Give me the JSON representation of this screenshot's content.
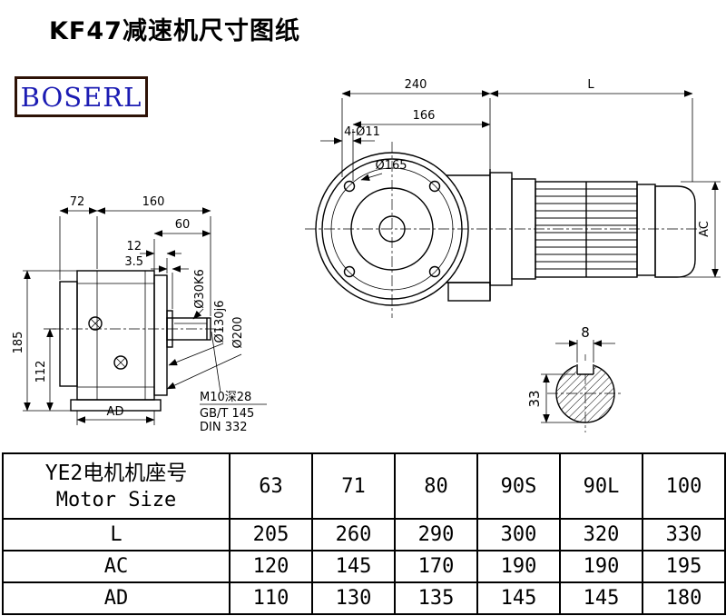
{
  "title": "KF47减速机尺寸图纸",
  "logo": {
    "text": "BOSERL",
    "text_color": "#1b1bb3",
    "border_color": "#2d1206"
  },
  "drawing": {
    "front": {
      "dim_240": "240",
      "dim_L": "L",
      "dim_166": "166",
      "dim_holes": "4-Ø11",
      "dim_bolt_circle": "Ø165",
      "dim_AC": "AC"
    },
    "side": {
      "dim_72": "72",
      "dim_160": "160",
      "dim_60": "60",
      "dim_12": "12",
      "dim_3_5": "3.5",
      "dim_185": "185",
      "dim_112": "112",
      "dim_AD": "AD",
      "dim_shaft": "Ø30K6",
      "dim_hub": "Ø130j6",
      "dim_flange": "Ø200",
      "tap_spec": "M10深28",
      "std_gb": "GB/T 145",
      "std_din": "DIN 332"
    },
    "section": {
      "dim_key_width": "8",
      "dim_key_depth": "33"
    }
  },
  "table": {
    "header_cn": "YE2电机机座号",
    "header_en": "Motor Size",
    "sizes": [
      "63",
      "71",
      "80",
      "90S",
      "90L",
      "100"
    ],
    "rows": [
      {
        "label": "L",
        "values": [
          "205",
          "260",
          "290",
          "300",
          "320",
          "330"
        ]
      },
      {
        "label": "AC",
        "values": [
          "120",
          "145",
          "170",
          "190",
          "190",
          "195"
        ]
      },
      {
        "label": "AD",
        "values": [
          "110",
          "130",
          "135",
          "145",
          "145",
          "180"
        ]
      }
    ]
  }
}
